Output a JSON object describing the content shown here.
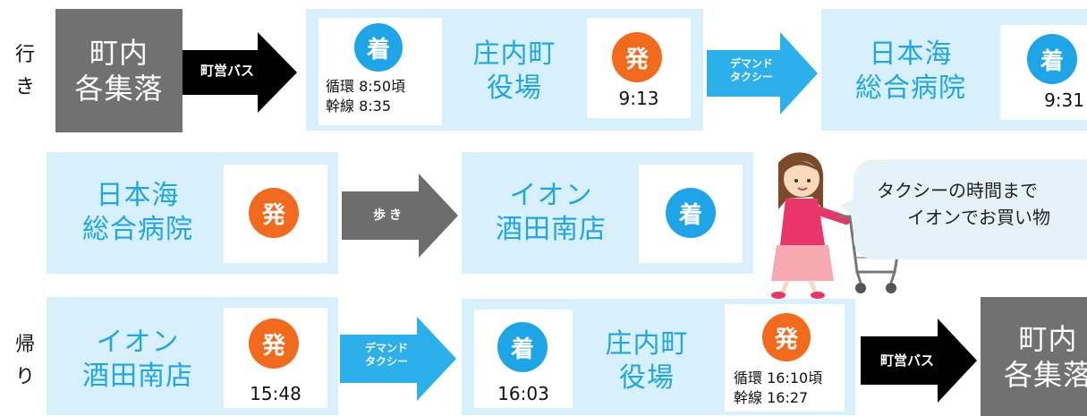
{
  "outbound": {
    "side_label": [
      "行",
      "き"
    ],
    "origin": [
      "町内",
      "各集落"
    ],
    "arrow1": "町営バス",
    "shonai": {
      "title": [
        "庄内町",
        "役場"
      ],
      "arrive_badge": "着",
      "arrive_lines": [
        "循環 8:50頃",
        "幹線 8:35"
      ],
      "depart_badge": "発",
      "depart_time": "9:13"
    },
    "arrow2": [
      "デマンド",
      "タクシー"
    ],
    "hospital": {
      "title": [
        "日本海",
        "総合病院"
      ],
      "arrive_badge": "着",
      "arrive_time": "9:31"
    }
  },
  "middle": {
    "hospital": {
      "title": [
        "日本海",
        "総合病院"
      ],
      "depart_badge": "発"
    },
    "arrow": "歩き",
    "aeon": {
      "title": [
        "イオン",
        "酒田南店"
      ],
      "arrive_badge": "着"
    },
    "speech": [
      "タクシーの時間まで",
      "イオンでお買い物"
    ]
  },
  "return": {
    "side_label": [
      "帰",
      "り"
    ],
    "aeon": {
      "title": [
        "イオン",
        "酒田南店"
      ],
      "depart_badge": "発",
      "depart_time": "15:48"
    },
    "arrow1": [
      "デマンド",
      "タクシー"
    ],
    "shonai": {
      "title": [
        "庄内町",
        "役場"
      ],
      "arrive_badge": "着",
      "arrive_time": "16:03",
      "depart_badge": "発",
      "depart_lines": [
        "循環 16:10頃",
        "幹線 16:27"
      ]
    },
    "arrow2": "町営バス",
    "destination": [
      "町内",
      "各集落"
    ]
  },
  "colors": {
    "panel": "#d7f0fb",
    "title_blue": "#1ea6e6",
    "badge_blue": "#1da5e8",
    "badge_orange": "#f26a1c",
    "gray_box": "#717171",
    "walk_arrow": "#6d6d6d",
    "taxi_arrow": "#2bb0ec",
    "bus_arrow": "#000000"
  }
}
